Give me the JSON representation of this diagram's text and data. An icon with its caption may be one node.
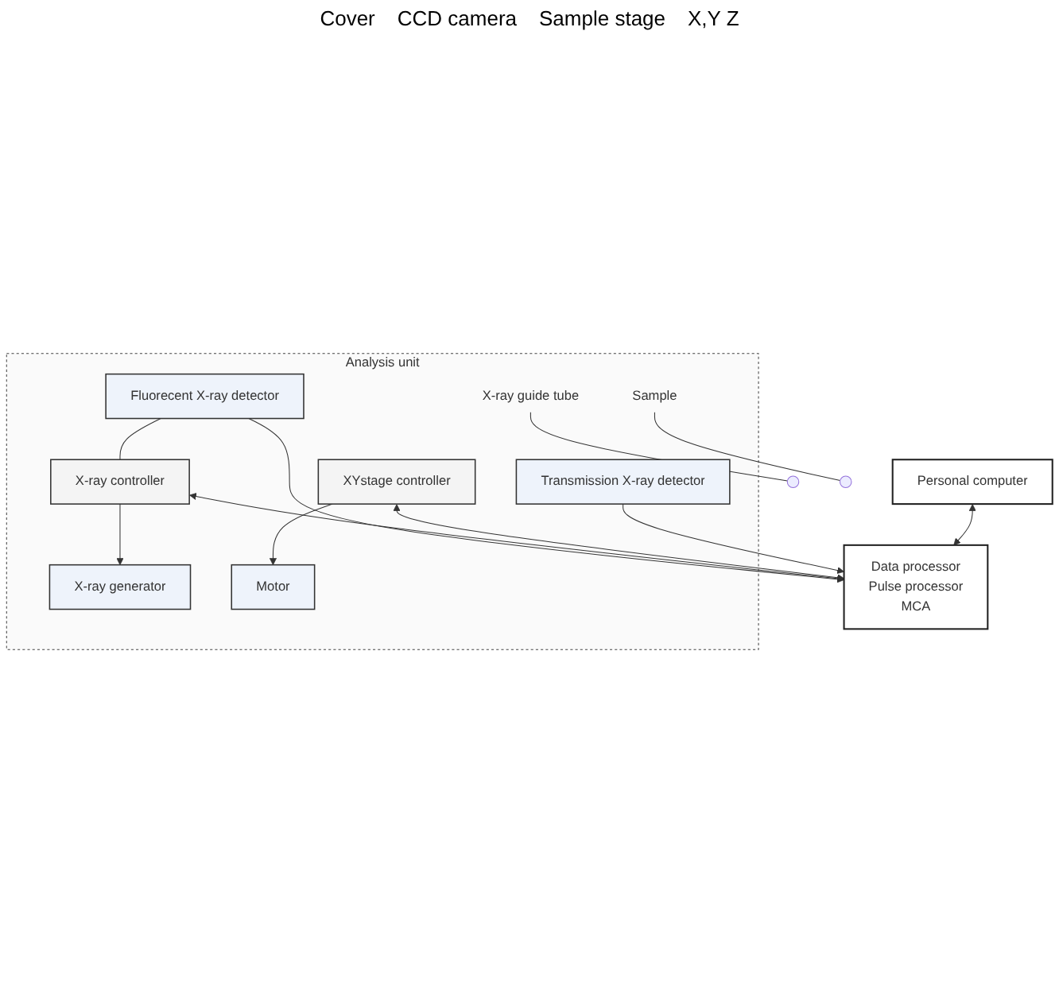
{
  "diagram": {
    "nodes": [
      {
        "text": [
          "Analysis unit"
        ]
      },
      {
        "text": [
          "X-ray generator"
        ],
        "in": 0
      },
      {
        "text": [
          "Fluorecent X-ray detector"
        ],
        "in": 0
      },
      {
        "text": [
          "X-ray guide tube"
        ],
        "in": 0
      },
      {
        "text": [
          "Sample"
        ],
        "in": 0
      },
      {
        "text": [
          "Motor"
        ],
        "in": 0
      },
      {
        "text": [
          "Transmission X-ray detector"
        ],
        "in": 0
      },
      {
        "text": [
          "XYstage controller"
        ],
        "in": 0
      },
      {
        "text": [
          "X-ray controller"
        ],
        "in": 0
      },
      {
        "text": [
          "Personal computer"
        ]
      },
      {
        "text": [
          "Data processor",
          "Pulse processor",
          "MCA"
        ]
      }
    ],
    "edges": [
      {
        "from": 8,
        "to": 1,
        "arrow": "to"
      },
      {
        "from": 2,
        "to": 8,
        "arrow": "none"
      },
      {
        "from": 2,
        "to": 10,
        "arrow": "to"
      },
      {
        "from": 8,
        "to": 10,
        "arrow": "both"
      },
      {
        "from": 7,
        "to": 10,
        "arrow": "both"
      },
      {
        "from": 6,
        "to": 10,
        "arrow": "to"
      },
      {
        "from": 9,
        "to": 10,
        "arrow": "both"
      },
      {
        "from": 7,
        "to": 5,
        "arrow": "to"
      },
      {
        "from": 3,
        "to": null,
        "arrow": "none"
      },
      {
        "from": 4,
        "to": null,
        "arrow": "none"
      }
    ],
    "labels": [
      "Cover",
      "CCD camera",
      "Sample stage",
      "X,Y Z"
    ]
  }
}
